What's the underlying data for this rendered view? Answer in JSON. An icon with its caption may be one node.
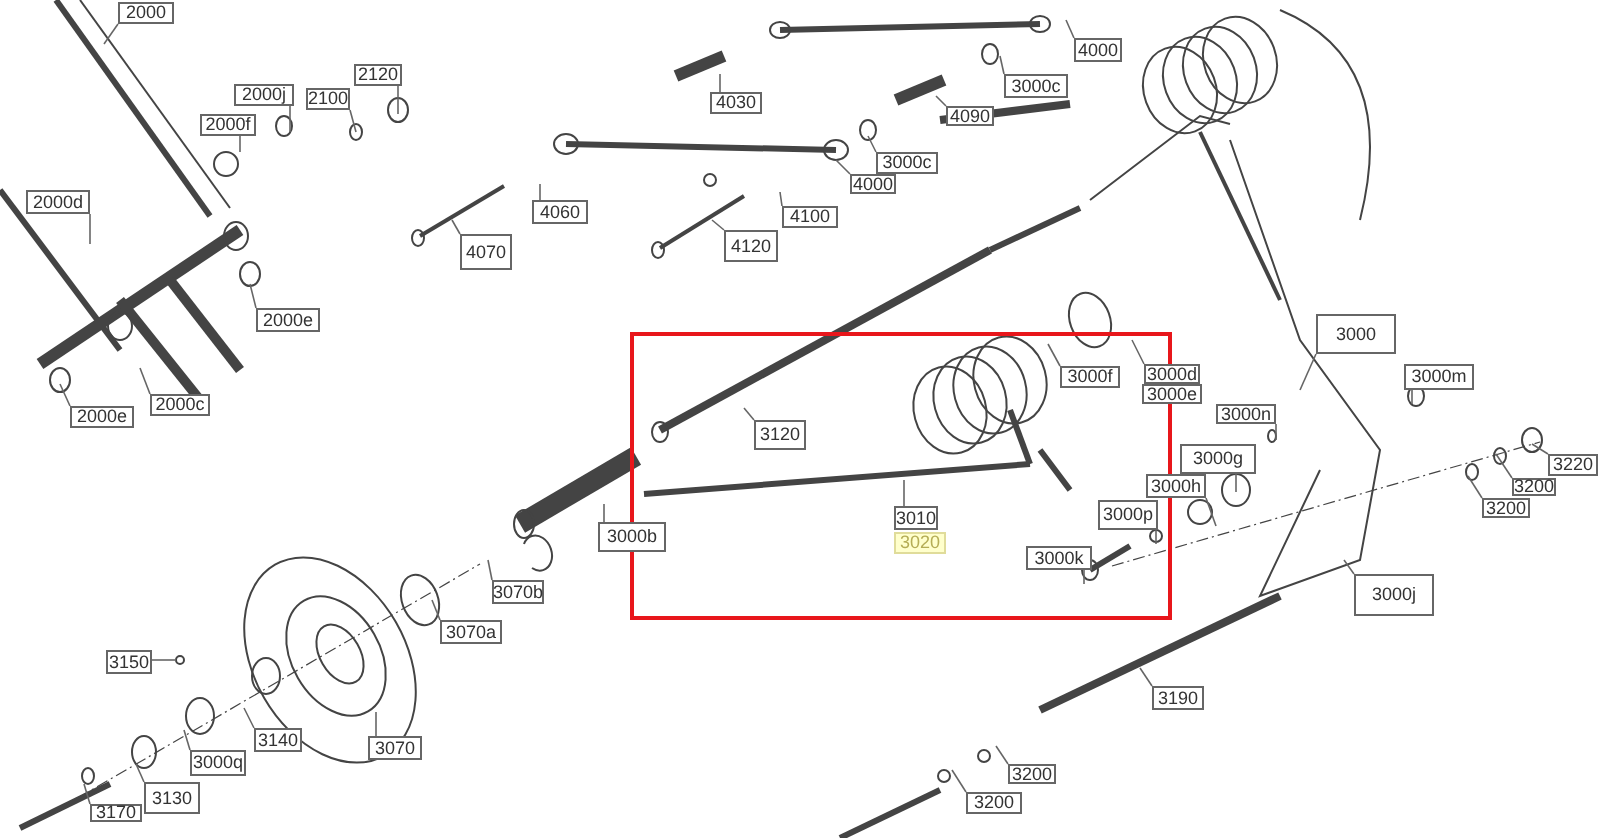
{
  "diagram": {
    "nodes": [
      {
        "text": [
          "2000"
        ]
      },
      {
        "text": [
          "2000j"
        ]
      },
      {
        "text": [
          "2100"
        ]
      },
      {
        "text": [
          "2120"
        ]
      },
      {
        "text": [
          "2000f"
        ]
      },
      {
        "text": [
          "2000d"
        ]
      },
      {
        "text": [
          "2000e"
        ]
      },
      {
        "text": [
          "2000e"
        ]
      },
      {
        "text": [
          "2000c"
        ]
      },
      {
        "text": [
          "4070"
        ]
      },
      {
        "text": [
          "4030"
        ]
      },
      {
        "text": [
          "3000c"
        ]
      },
      {
        "text": [
          "4090"
        ]
      },
      {
        "text": [
          "3000c"
        ]
      },
      {
        "text": [
          "4000"
        ]
      },
      {
        "text": [
          "4060"
        ]
      },
      {
        "text": [
          "4100"
        ]
      },
      {
        "text": [
          "4120"
        ]
      },
      {
        "text": [
          "4000"
        ]
      },
      {
        "text": [
          "3000"
        ]
      },
      {
        "text": [
          "3000f"
        ]
      },
      {
        "text": [
          "3000d"
        ]
      },
      {
        "text": [
          "3000e"
        ]
      },
      {
        "text": [
          "3000m"
        ]
      },
      {
        "text": [
          "3000n"
        ]
      },
      {
        "text": [
          "3070b"
        ]
      },
      {
        "text": [
          "3070a"
        ]
      },
      {
        "text": [
          "3150"
        ]
      },
      {
        "text": [
          "3140"
        ]
      },
      {
        "text": [
          "3070"
        ]
      },
      {
        "text": [
          "3000q"
        ]
      },
      {
        "text": [
          "3130"
        ]
      },
      {
        "text": [
          "3170"
        ]
      },
      {
        "text": [
          "3120"
        ]
      },
      {
        "text": [
          "3000b"
        ]
      },
      {
        "text": [
          "3010"
        ]
      },
      {
        "text": [
          "3020"
        ]
      },
      {
        "text": [
          "3200"
        ]
      },
      {
        "text": [
          "3200"
        ]
      },
      {
        "text": [
          "3000g"
        ]
      },
      {
        "text": [
          "3000h"
        ]
      },
      {
        "text": [
          "3000p"
        ]
      },
      {
        "text": [
          "3000k"
        ]
      },
      {
        "text": [
          "3220"
        ]
      },
      {
        "text": [
          "3200"
        ]
      },
      {
        "text": [
          "3200"
        ]
      },
      {
        "text": [
          "3000j"
        ]
      },
      {
        "text": [
          "3190"
        ]
      }
    ],
    "edges": [
      {
        "from": 0,
        "to": null,
        "arrow": "none"
      },
      {
        "from": 1,
        "to": null,
        "arrow": "none"
      },
      {
        "from": 2,
        "to": null,
        "arrow": "none"
      },
      {
        "from": 3,
        "to": null,
        "arrow": "none"
      },
      {
        "from": 4,
        "to": null,
        "arrow": "none"
      },
      {
        "from": 5,
        "to": null,
        "arrow": "none"
      },
      {
        "from": 6,
        "to": null,
        "arrow": "none"
      },
      {
        "from": 7,
        "to": null,
        "arrow": "none"
      },
      {
        "from": 8,
        "to": null,
        "arrow": "none"
      },
      {
        "from": 9,
        "to": null,
        "arrow": "none"
      },
      {
        "from": 10,
        "to": null,
        "arrow": "none"
      },
      {
        "from": 11,
        "to": null,
        "arrow": "none"
      },
      {
        "from": 12,
        "to": null,
        "arrow": "none"
      },
      {
        "from": 13,
        "to": null,
        "arrow": "none"
      },
      {
        "from": 14,
        "to": null,
        "arrow": "none"
      },
      {
        "from": 15,
        "to": null,
        "arrow": "none"
      },
      {
        "from": 16,
        "to": null,
        "arrow": "none"
      },
      {
        "from": 17,
        "to": null,
        "arrow": "none"
      },
      {
        "from": 18,
        "to": null,
        "arrow": "none"
      },
      {
        "from": 19,
        "to": null,
        "arrow": "none"
      },
      {
        "from": 20,
        "to": null,
        "arrow": "none"
      },
      {
        "from": 21,
        "to": null,
        "arrow": "none"
      },
      {
        "from": 23,
        "to": null,
        "arrow": "none"
      },
      {
        "from": 24,
        "to": null,
        "arrow": "none"
      },
      {
        "from": 25,
        "to": null,
        "arrow": "none"
      },
      {
        "from": 26,
        "to": null,
        "arrow": "none"
      },
      {
        "from": 27,
        "to": null,
        "arrow": "none"
      },
      {
        "from": 28,
        "to": null,
        "arrow": "none"
      },
      {
        "from": 29,
        "to": null,
        "arrow": "none"
      },
      {
        "from": 30,
        "to": null,
        "arrow": "none"
      },
      {
        "from": 31,
        "to": null,
        "arrow": "none"
      },
      {
        "from": 32,
        "to": null,
        "arrow": "none"
      },
      {
        "from": 33,
        "to": null,
        "arrow": "none"
      },
      {
        "from": 34,
        "to": null,
        "arrow": "none"
      },
      {
        "from": 35,
        "to": null,
        "arrow": "none"
      },
      {
        "from": 37,
        "to": null,
        "arrow": "none"
      },
      {
        "from": 38,
        "to": null,
        "arrow": "none"
      },
      {
        "from": 39,
        "to": null,
        "arrow": "none"
      },
      {
        "from": 40,
        "to": null,
        "arrow": "none"
      },
      {
        "from": 41,
        "to": null,
        "arrow": "none"
      },
      {
        "from": 42,
        "to": null,
        "arrow": "none"
      },
      {
        "from": 43,
        "to": null,
        "arrow": "none"
      },
      {
        "from": 44,
        "to": null,
        "arrow": "none"
      },
      {
        "from": 45,
        "to": null,
        "arrow": "none"
      },
      {
        "from": 46,
        "to": null,
        "arrow": "none"
      },
      {
        "from": 47,
        "to": null,
        "arrow": "none"
      }
    ]
  }
}
